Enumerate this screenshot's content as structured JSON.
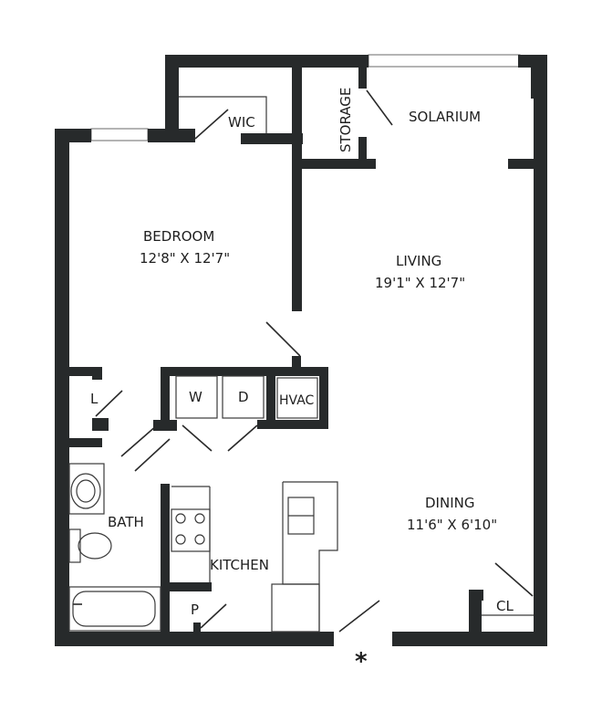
{
  "rooms": {
    "wic": "WIC",
    "storage": "STORAGE",
    "solarium": "SOLARIUM",
    "bedroom": {
      "name": "BEDROOM",
      "size": "12'8\" X 12'7\""
    },
    "living": {
      "name": "LIVING",
      "size": "19'1\" X 12'7\""
    },
    "dining": {
      "name": "DINING",
      "size": "11'6\" X 6'10\""
    },
    "linen": "L",
    "washer": "W",
    "dryer": "D",
    "hvac": "HVAC",
    "bath": "BATH",
    "kitchen": "KITCHEN",
    "pantry": "P",
    "closet": "CL"
  },
  "entry_marker": "*",
  "colors": {
    "wall": "#272a2b",
    "fixture_line": "#3a3a3a",
    "background": "#ffffff"
  }
}
